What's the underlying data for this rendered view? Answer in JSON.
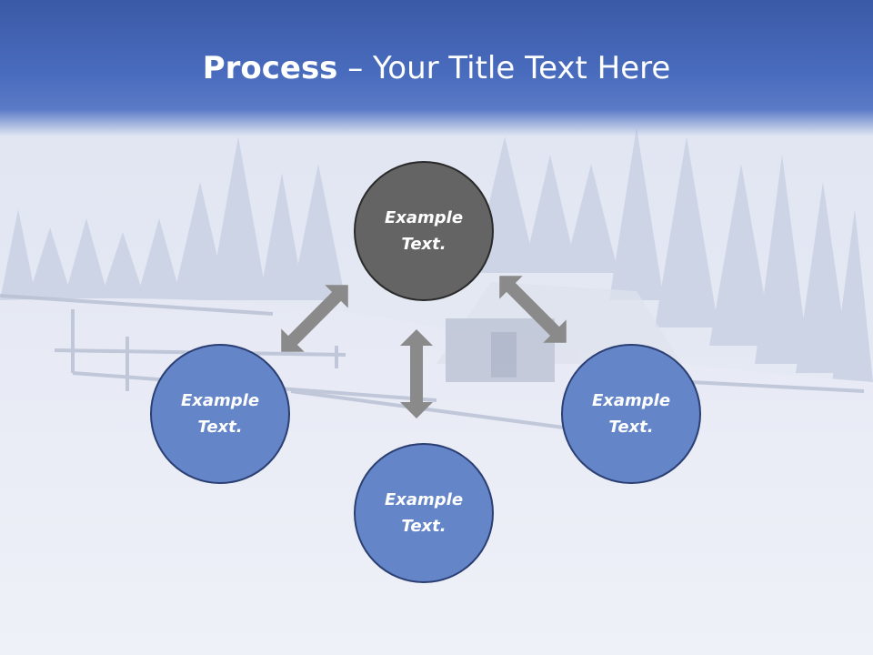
{
  "slide": {
    "title_bold": "Process",
    "title_rest": " – Your Title Text Here"
  },
  "diagram": {
    "nodes": [
      {
        "id": "top",
        "label": "Example\nText."
      },
      {
        "id": "left",
        "label": "Example\nText."
      },
      {
        "id": "bottom",
        "label": "Example\nText."
      },
      {
        "id": "right",
        "label": "Example\nText."
      }
    ]
  },
  "colors": {
    "header": "#4a6cbe",
    "node_top": "#646464",
    "node_blue": "#6485c8",
    "arrow": "#8a8a8a"
  }
}
